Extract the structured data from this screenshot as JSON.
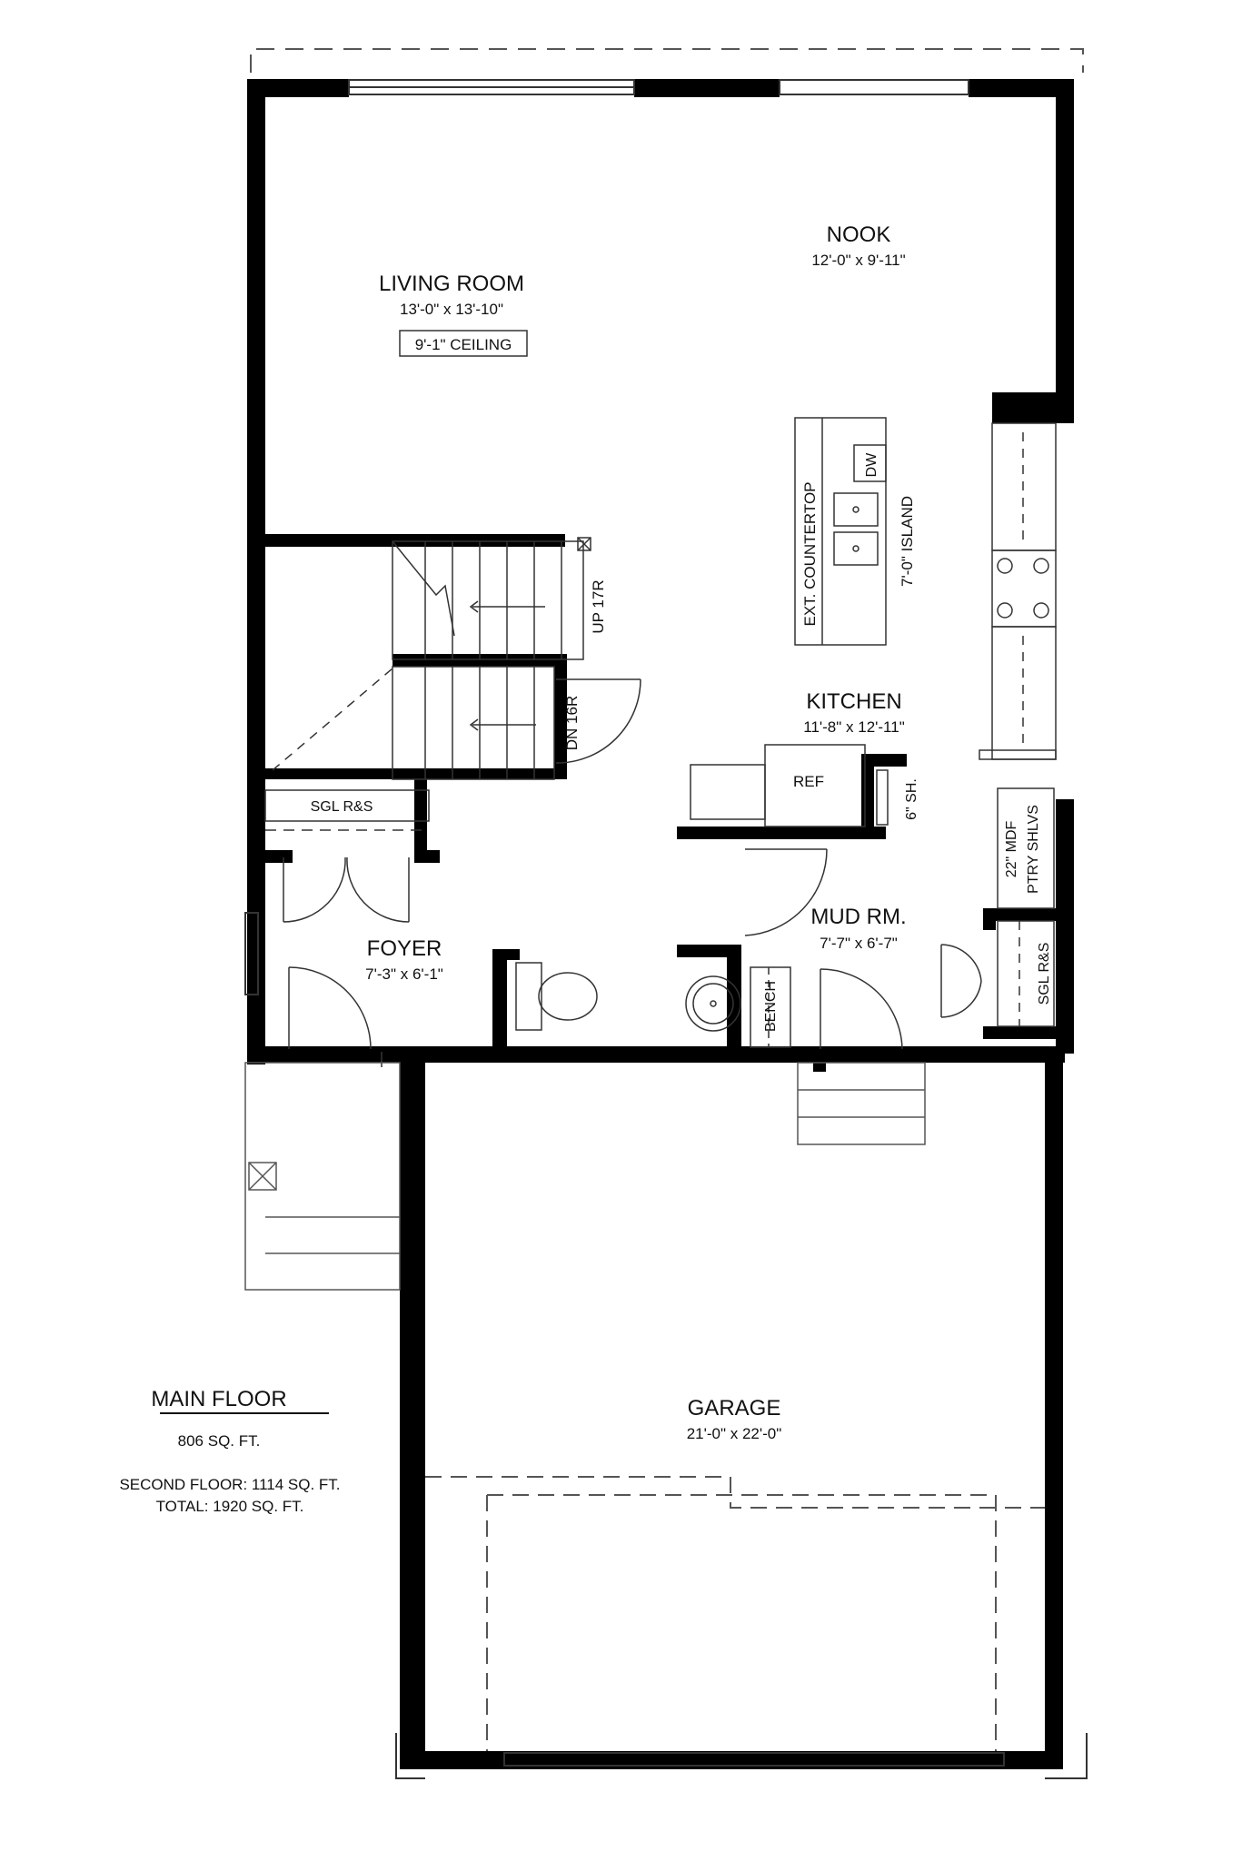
{
  "plan": {
    "rooms": {
      "living_room": {
        "name": "LIVING ROOM",
        "dims": "13'-0\" x 13'-10\"",
        "note": "9'-1\" CEILING"
      },
      "nook": {
        "name": "NOOK",
        "dims": "12'-0\" x 9'-11\""
      },
      "kitchen": {
        "name": "KITCHEN",
        "dims": "11'-8\" x 12'-11\""
      },
      "foyer": {
        "name": "FOYER",
        "dims": "7'-3\" x 6'-1\""
      },
      "mud_room": {
        "name": "MUD RM.",
        "dims": "7'-7\" x 6'-7\""
      },
      "garage": {
        "name": "GARAGE",
        "dims": "21'-0\" x 22'-0\""
      }
    },
    "labels": {
      "ext_countertop": "EXT. COUNTERTOP",
      "dw": "DW",
      "island": "7'-0\" ISLAND",
      "up_stairs": "UP 17R",
      "dn_stairs": "DN 16R",
      "ref": "REF",
      "shelf": "6\" SH.",
      "pantry_line1": "22\" MDF",
      "pantry_line2": "PTRY SHLVS",
      "sgl_rs_foyer": "SGL R&S",
      "sgl_rs_mud": "SGL R&S",
      "bench": "BENCH"
    },
    "summary": {
      "title": "MAIN FLOOR",
      "area": "806 SQ. FT.",
      "second_floor": "SECOND FLOOR: 1114 SQ. FT.",
      "total": "TOTAL: 1920 SQ. FT."
    }
  }
}
